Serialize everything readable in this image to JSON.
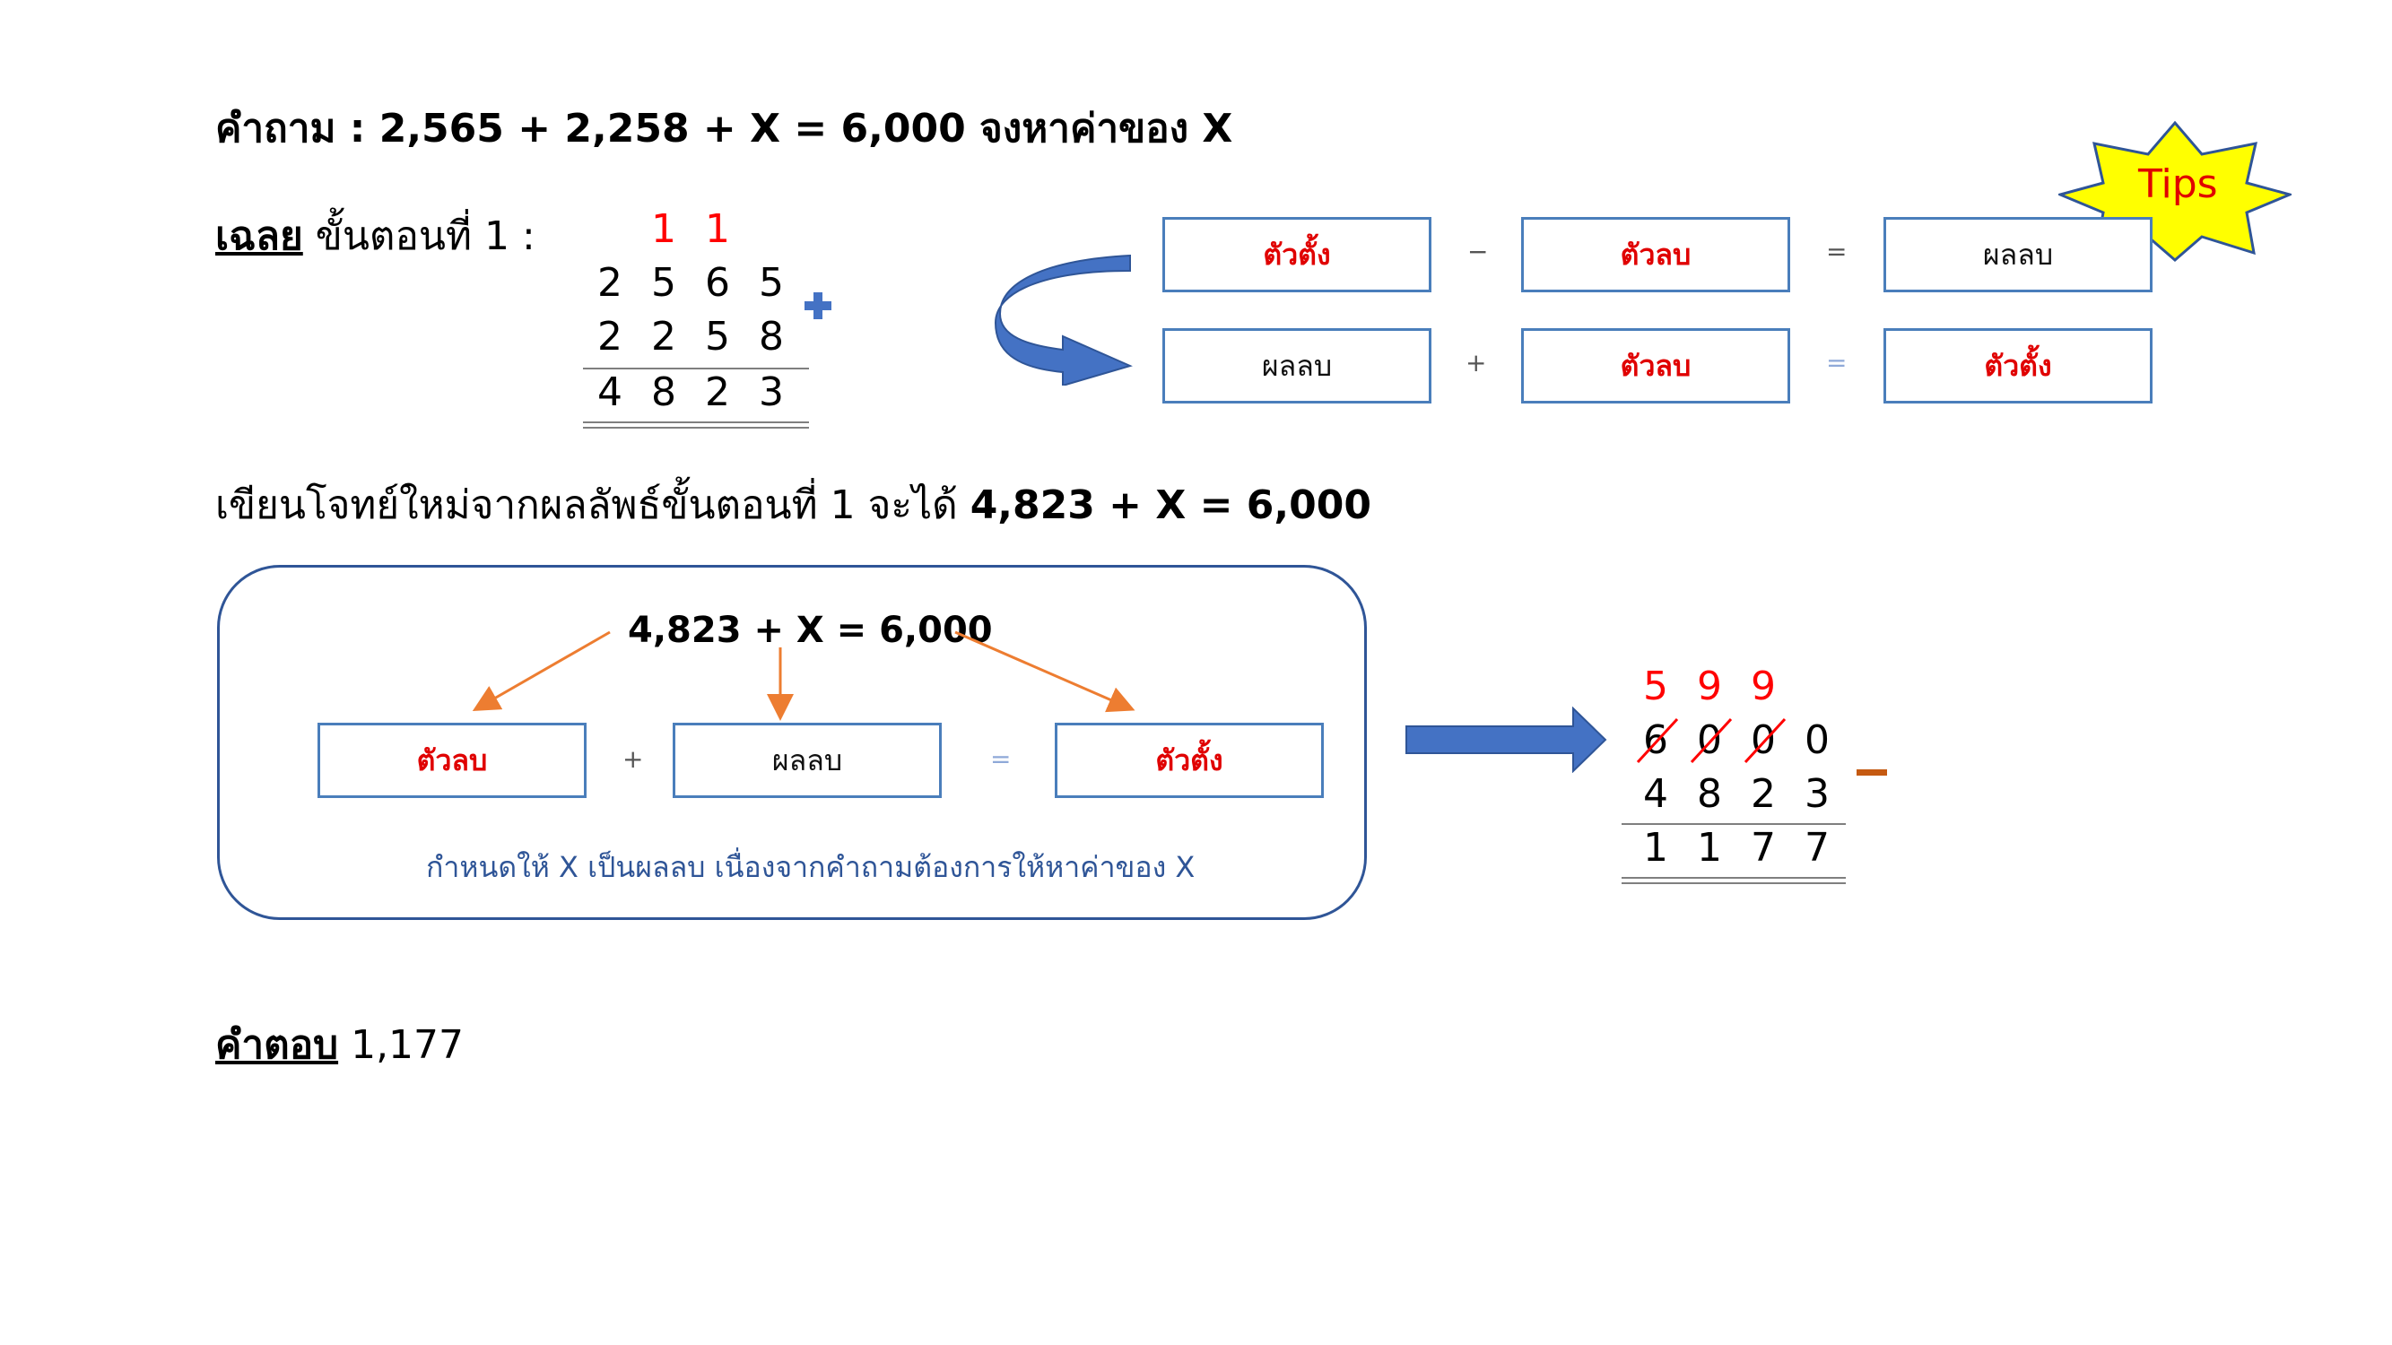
{
  "question": "คำถาม :  2,565 + 2,258 + X = 6,000 จงหาค่าของ X",
  "answer_label": "เฉลย",
  "step1_label": "ขั้นตอนที่ 1 :",
  "step1": {
    "carry": [
      "1",
      "1"
    ],
    "row1": [
      "2",
      "5",
      "6",
      "5"
    ],
    "row2": [
      "2",
      "2",
      "5",
      "8"
    ],
    "sum": [
      "4",
      "8",
      "2",
      "3"
    ]
  },
  "tips": {
    "label": "Tips",
    "row1": {
      "a": "ตัวตั้ง",
      "op1": "−",
      "b": "ตัวลบ",
      "eq": "=",
      "c": "ผลลบ"
    },
    "row2": {
      "a": "ผลลบ",
      "op1": "+",
      "b": "ตัวลบ",
      "eq": "=",
      "c": "ตัวตั้ง"
    }
  },
  "rewrite_text": "เขียนโจทย์ใหม่จากผลลัพธ์ขั้นตอนที่ 1 จะได้",
  "rewrite_eq": "4,823 + X = 6,000",
  "panel": {
    "equation": "4,823 + X = 6,000",
    "box_a": "ตัวลบ",
    "op": "+",
    "box_b": "ผลลบ",
    "eq": "=",
    "box_c": "ตัวตั้ง",
    "note": "กำหนดให้ X เป็นผลลบ เนื่องจากคำถามต้องการให้หาค่าของ X"
  },
  "step2": {
    "borrow": [
      "5",
      "9",
      "9"
    ],
    "row1": [
      "6",
      "0",
      "0",
      "0"
    ],
    "row2": [
      "4",
      "8",
      "2",
      "3"
    ],
    "result": [
      "1",
      "1",
      "7",
      "7"
    ]
  },
  "final_label": "คำตอบ",
  "final_value": "1,177",
  "colors": {
    "accent_blue": "#4472c4",
    "red": "#ff0000",
    "orange": "#ed7d31"
  }
}
